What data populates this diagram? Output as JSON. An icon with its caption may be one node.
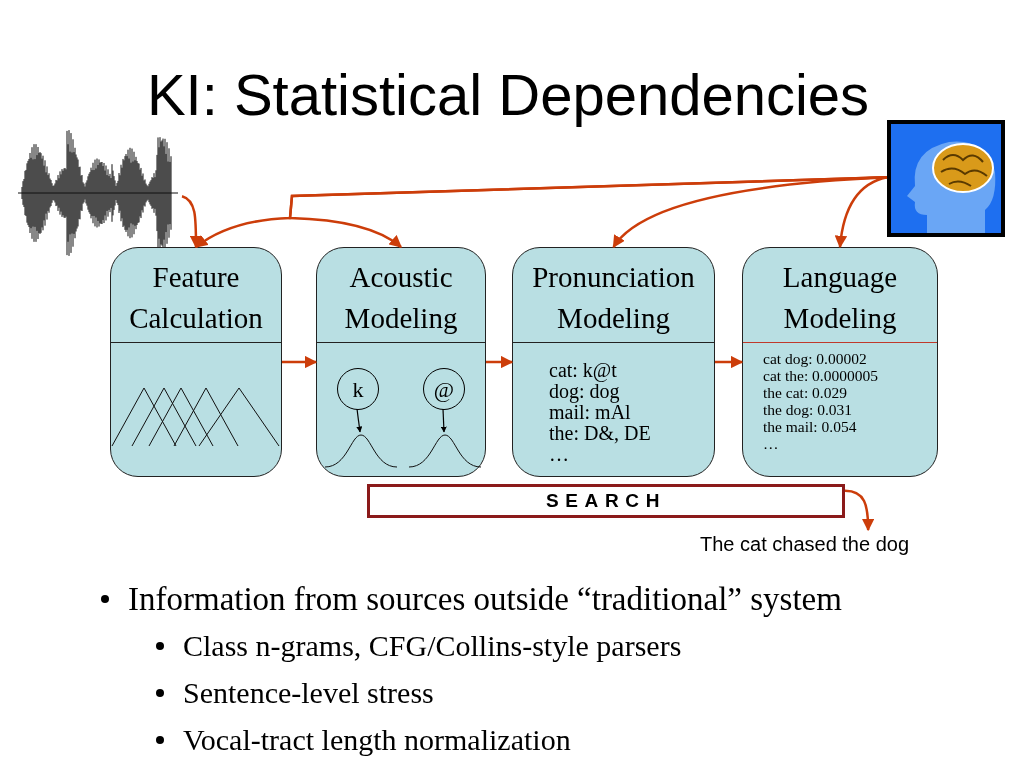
{
  "diagram": {
    "title": "KI: Statistical Dependencies",
    "nodes": [
      {
        "text": [],
        "shape": "picture"
      },
      {
        "text": [],
        "shape": "picture"
      },
      {
        "text": [
          "Feature Calculation"
        ]
      },
      {
        "text": [
          "Acoustic Modeling"
        ]
      },
      {
        "text": [
          "k"
        ],
        "in": 3
      },
      {
        "text": [],
        "shape": "curve",
        "in": 3
      },
      {
        "text": [
          "@"
        ],
        "in": 3
      },
      {
        "text": [],
        "shape": "curve",
        "in": 3
      },
      {
        "text": [
          "Pronunciation Modeling",
          "cat: k@t",
          "dog: dog",
          "mail: mAl",
          "the: D&, DE",
          "…"
        ]
      },
      {
        "text": [
          "Language Modeling",
          "cat dog: 0.00002",
          "cat the: 0.0000005",
          "the cat: 0.029",
          "the dog: 0.031",
          "the mail: 0.054",
          "…"
        ]
      },
      {
        "text": [
          "SEARCH"
        ]
      },
      {
        "text": [
          "The cat chased the dog"
        ]
      }
    ],
    "edges": [
      {
        "from": 0,
        "to": 2,
        "arrow": "to"
      },
      {
        "from": 1,
        "to": 2,
        "arrow": "to"
      },
      {
        "from": 1,
        "to": 3,
        "arrow": "to"
      },
      {
        "from": 1,
        "to": 8,
        "arrow": "to"
      },
      {
        "from": 1,
        "to": 9,
        "arrow": "to"
      },
      {
        "from": 2,
        "to": 3,
        "arrow": "to"
      },
      {
        "from": 3,
        "to": 8,
        "arrow": "to"
      },
      {
        "from": 8,
        "to": 9,
        "arrow": "to"
      },
      {
        "from": 10,
        "to": 11,
        "arrow": "to"
      },
      {
        "from": 4,
        "to": 5,
        "arrow": "to",
        "color": "#000000"
      },
      {
        "from": 6,
        "to": 7,
        "arrow": "to",
        "color": "#000000"
      }
    ],
    "labels": [
      "Information from sources outside “traditional” system",
      "Class n-grams, CFG/Collins-style parsers",
      "Sentence-level stress",
      "Vocal-tract length normalization"
    ]
  }
}
